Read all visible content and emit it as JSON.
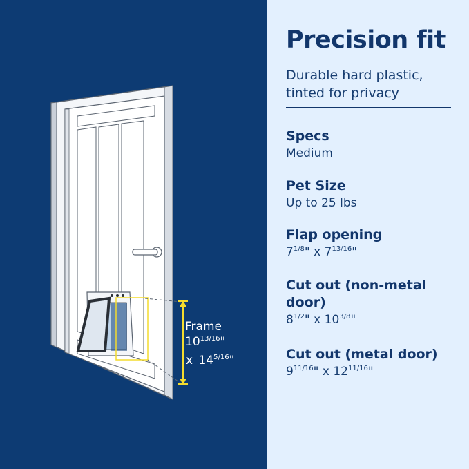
{
  "colors": {
    "left_background": "#0d3b73",
    "right_background": "#e3f0fe",
    "text_primary": "#12366b",
    "measurement_accent": "#f4dc2e"
  },
  "illustration": {
    "subject": "door-with-pet-flap",
    "frame_label": "Frame",
    "frame_width": {
      "whole": "10",
      "frac": "13/16",
      "unit": "\""
    },
    "times": "x",
    "frame_height": {
      "whole": "14",
      "frac": "5/16",
      "unit": "\""
    }
  },
  "panel": {
    "headline": "Precision fit",
    "subhead": "Durable hard plastic, tinted for privacy",
    "specs": [
      {
        "title": "Specs",
        "value": "Medium"
      },
      {
        "title": "Pet Size",
        "value": "Up to 25 lbs"
      },
      {
        "title": "Flap opening",
        "a_whole": "7",
        "a_frac": "1/8",
        "a_unit": "\"",
        "times": "x",
        "b_whole": "7",
        "b_frac": "13/16",
        "b_unit": "\""
      },
      {
        "title": "Cut out (non-metal door)",
        "a_whole": "8",
        "a_frac": "1/2",
        "a_unit": "\"",
        "times": "x",
        "b_whole": "10",
        "b_frac": "3/8",
        "b_unit": "\""
      },
      {
        "title": "Cut out (metal door)",
        "a_whole": "9",
        "a_frac": "11/16",
        "a_unit": "\"",
        "times": "x",
        "b_whole": "12",
        "b_frac": "11/16",
        "b_unit": "\""
      }
    ]
  }
}
